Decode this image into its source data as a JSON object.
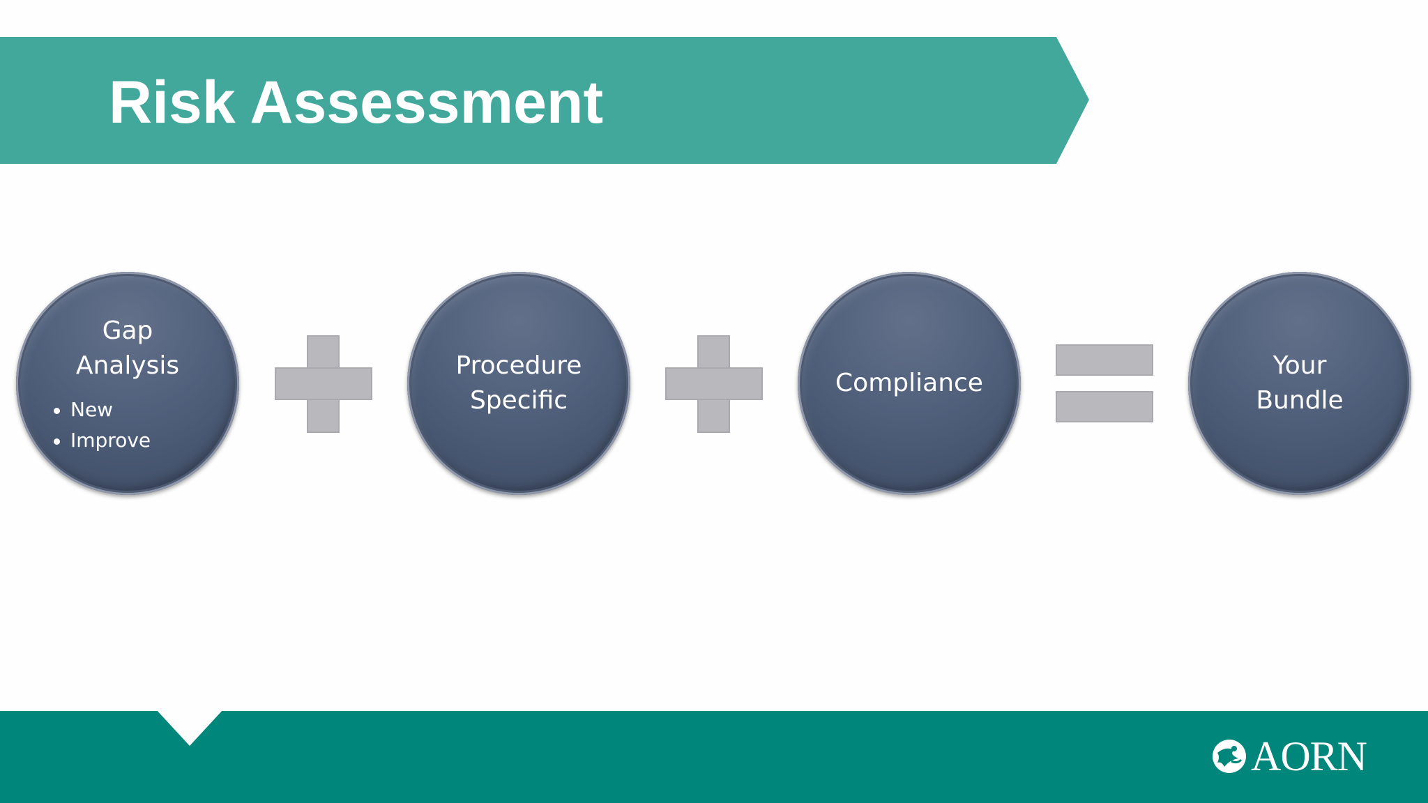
{
  "slide": {
    "title": "Risk Assessment"
  },
  "equation": {
    "terms": [
      {
        "title": "Gap Analysis",
        "bullets": [
          "New",
          "Improve"
        ]
      },
      {
        "title_line1": "Procedure",
        "title_line2": "Specific"
      },
      {
        "title": "Compliance"
      },
      {
        "title_line1": "Your",
        "title_line2": "Bundle"
      }
    ],
    "operators": [
      "plus",
      "plus",
      "equals"
    ]
  },
  "footer": {
    "logo_text": "AORN"
  },
  "colors": {
    "title_banner": "#42a89c",
    "circle_fill": "#4f5e79",
    "operator_fill": "#b8b8bd",
    "footer_band": "#00867a",
    "text_light": "#ffffff"
  }
}
